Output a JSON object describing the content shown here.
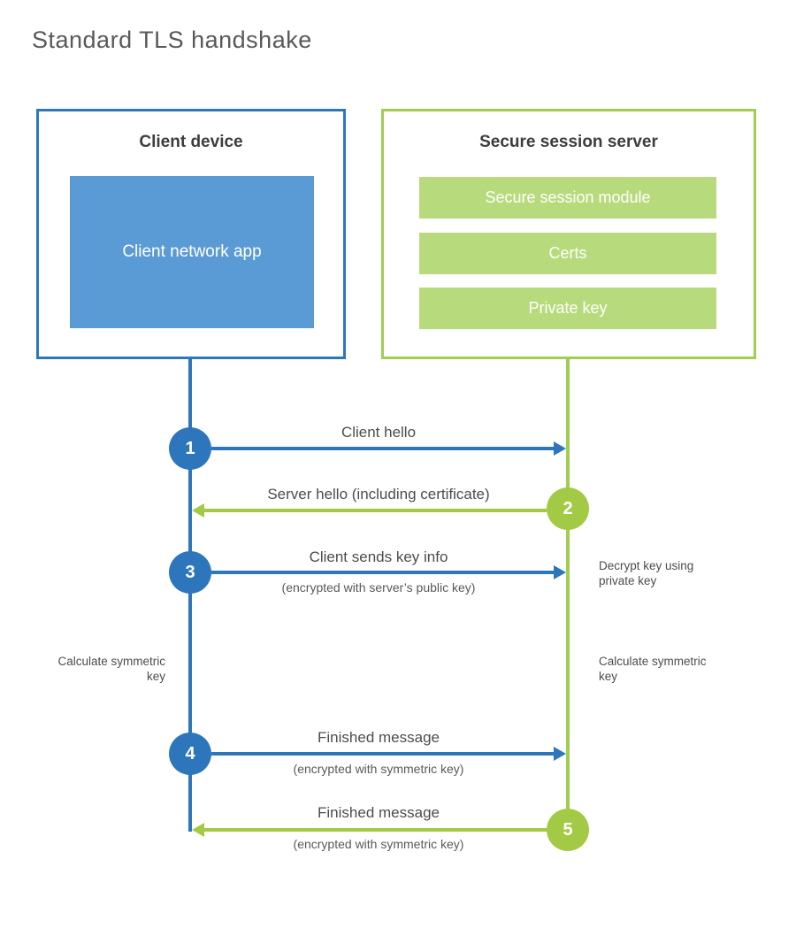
{
  "title": "Standard TLS handshake",
  "colors": {
    "blue_stroke": "#2e76bc",
    "blue_fill": "#5b9bd5",
    "green_stroke": "#a3ca44",
    "green_fill": "#b7db7c",
    "heading_text": "#3d3d3d",
    "label_text": "#4d4d4d"
  },
  "client_box": {
    "title": "Client device",
    "app_label": "Client network app"
  },
  "server_box": {
    "title": "Secure session server",
    "modules": [
      "Secure session module",
      "Certs",
      "Private key"
    ]
  },
  "steps": [
    {
      "number": "1",
      "actor": "client",
      "direction": "right",
      "label": "Client hello",
      "sublabel": ""
    },
    {
      "number": "2",
      "actor": "server",
      "direction": "left",
      "label": "Server hello (including certificate)",
      "sublabel": ""
    },
    {
      "number": "3",
      "actor": "client",
      "direction": "right",
      "label": "Client sends key info",
      "sublabel": "(encrypted with server’s public key)"
    },
    {
      "number": "4",
      "actor": "client",
      "direction": "right",
      "label": "Finished message",
      "sublabel": "(encrypted with symmetric key)"
    },
    {
      "number": "5",
      "actor": "server",
      "direction": "left",
      "label": "Finished message",
      "sublabel": "(encrypted with symmetric key)"
    }
  ],
  "notes": {
    "decrypt": "Decrypt key using private key",
    "calc_left": "Calculate symmetric key",
    "calc_right": "Calculate symmetric key"
  }
}
